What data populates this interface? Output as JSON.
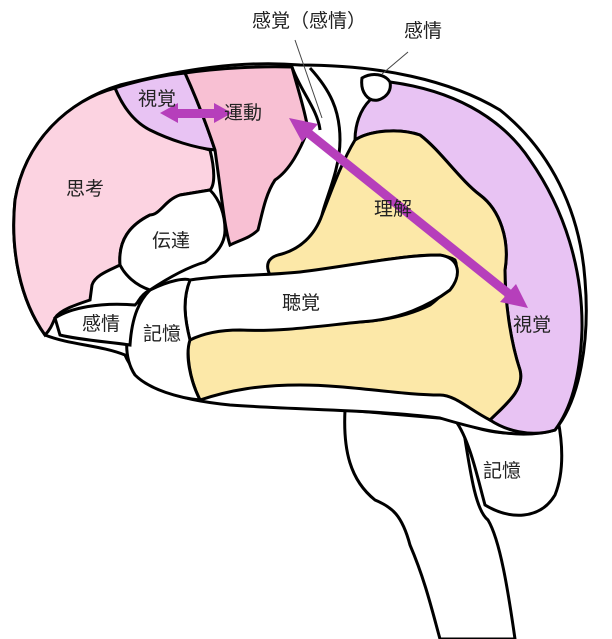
{
  "diagram": {
    "type": "brain-lateral-view",
    "colors": {
      "thinking": "#fcd3e1",
      "motor": "#f8c0d3",
      "vision": "#e8c3f3",
      "understanding": "#fce8a8",
      "white": "#ffffff",
      "outline": "#000000",
      "arrow": "#b63fbb"
    },
    "labels": {
      "sensation_emotion": "感覚（感情）",
      "emotion_top": "感情",
      "vision_front": "視覚",
      "motor": "運動",
      "thinking": "思考",
      "transmission": "伝達",
      "understanding": "理解",
      "hearing": "聴覚",
      "emotion_bottom": "感情",
      "memory_left": "記憶",
      "vision_back": "視覚",
      "memory_right": "記憶"
    },
    "arrows": [
      {
        "from": "視覚",
        "to": "運動",
        "direction": "bidirectional"
      },
      {
        "from": "運動",
        "to": "視覚",
        "direction": "bidirectional"
      }
    ]
  }
}
